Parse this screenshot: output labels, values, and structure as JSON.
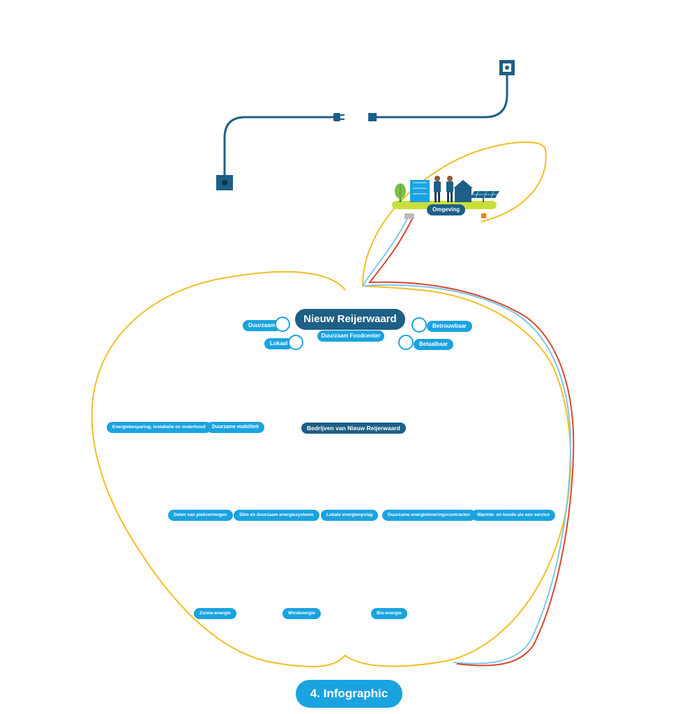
{
  "title": "Nieuw Reijerwaard",
  "subtitle": "Duurzaam Foodcenter",
  "values": {
    "duurzaam": "Duurzaam",
    "lokaal": "Lokaal",
    "betrouwbaar": "Betrouwbaar",
    "betaalbaar": "Betaalbaar"
  },
  "labels": {
    "omgeving": "Omgeving",
    "energiebesparing": "Energiebesparing, installatie en onderhoud",
    "mobiliteit": "Duurzame mobiliteit",
    "bedrijven": "Bedrijven van Nieuw Reijerwaard",
    "piekvermogen": "Delen van piekvermogen",
    "energiesysteem": "Slim en duurzaam energiesysteem",
    "opslag": "Lokale energieopslag",
    "contracten": "Duurzame energieleveringscontracten",
    "warmte": "Warmte- en koude als een service",
    "zonne": "Zonne-energie",
    "wind": "Windenergie",
    "bio": "Bio-energie"
  },
  "button": "4. Infographic",
  "colors": {
    "dark_blue": "#1d5f86",
    "accent_blue": "#1aa3e0",
    "light_blue": "#7cc8ea",
    "yellow": "#f3bd22",
    "red": "#d9472b",
    "green": "#7ac143",
    "dark_green": "#2d9b3a",
    "brown": "#9b7a5c"
  },
  "icons": [
    "plug-icon",
    "socket-icon",
    "tree-icon",
    "factory-icon",
    "solar-panel-icon",
    "wind-turbine-icon",
    "battery-icon",
    "document-icon",
    "office-building-icon",
    "truck-icon",
    "charger-icon",
    "person-icon",
    "sun-icon",
    "cloud-icon"
  ]
}
